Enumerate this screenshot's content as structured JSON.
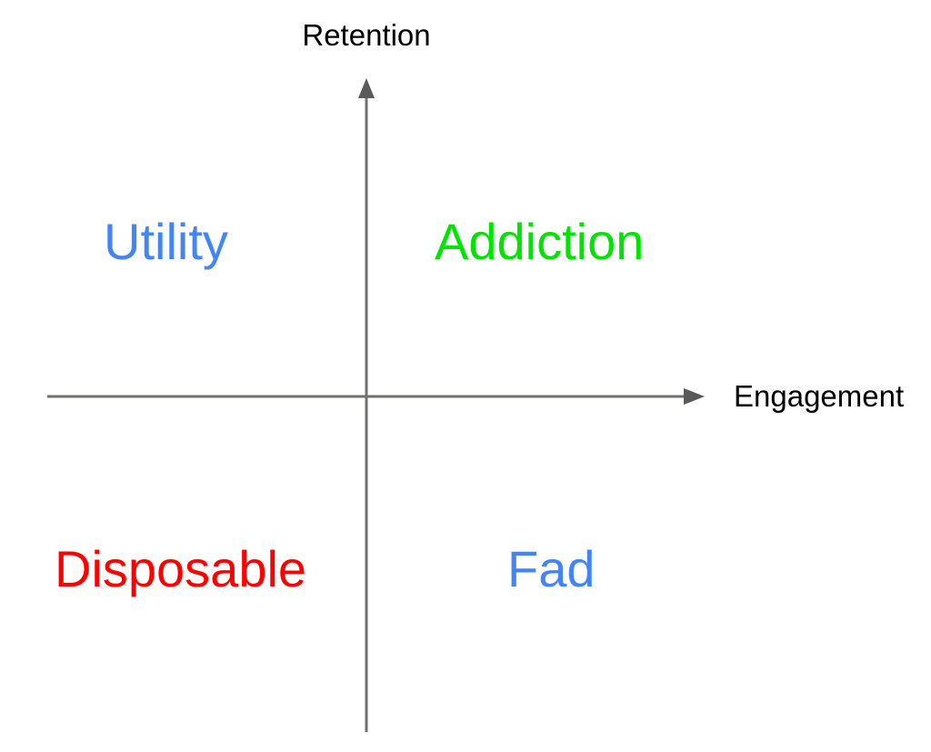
{
  "diagram": {
    "type": "quadrant-chart",
    "background_color": "#ffffff",
    "axis_color": "#70706f",
    "axes": {
      "y": {
        "label": "Retention",
        "label_color": "#000000",
        "orientation": "vertical",
        "direction": "up",
        "arrowhead": true
      },
      "x": {
        "label": "Engagement",
        "label_color": "#000000",
        "orientation": "horizontal",
        "direction": "right",
        "arrowhead": true
      }
    },
    "quadrants": [
      {
        "id": "top-left",
        "label": "Utility",
        "color": "#4285f4",
        "engagement": "low",
        "retention": "high"
      },
      {
        "id": "top-right",
        "label": "Addiction",
        "color": "#00e400",
        "engagement": "high",
        "retention": "high"
      },
      {
        "id": "bottom-left",
        "label": "Disposable",
        "color": "#ff0000",
        "engagement": "low",
        "retention": "low"
      },
      {
        "id": "bottom-right",
        "label": "Fad",
        "color": "#4285f4",
        "engagement": "high",
        "retention": "low"
      }
    ]
  },
  "chart_data": {
    "type": "scatter",
    "title": "",
    "xlabel": "Engagement",
    "ylabel": "Retention",
    "grid": false,
    "legend": "none",
    "annotations": [
      {
        "text": "Utility",
        "x": -0.55,
        "y": 0.52,
        "color": "#4285f4"
      },
      {
        "text": "Addiction",
        "x": 0.32,
        "y": 0.52,
        "color": "#00e400"
      },
      {
        "text": "Disposable",
        "x": -0.72,
        "y": -0.52,
        "color": "#ff0000"
      },
      {
        "text": "Fad",
        "x": 0.3,
        "y": -0.52,
        "color": "#4285f4"
      }
    ],
    "xlim": [
      -1,
      1
    ],
    "ylim": [
      -1,
      1
    ],
    "categories": [
      "Utility",
      "Addiction",
      "Disposable",
      "Fad"
    ],
    "values": []
  }
}
